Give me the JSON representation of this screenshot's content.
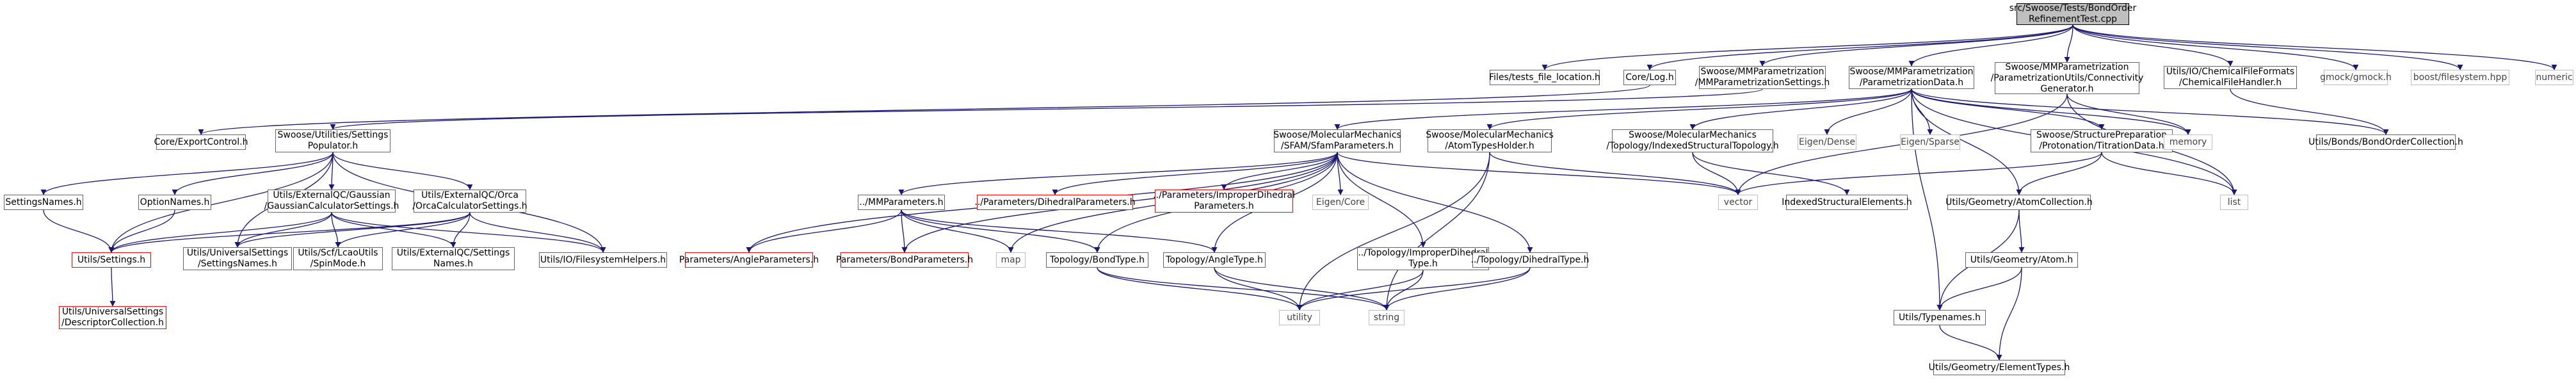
{
  "title": "include dependency graph",
  "colors": {
    "edge": "#191970",
    "border": "#666666",
    "root_fill": "#bfbfbf",
    "missing_border": "#ff0000",
    "external_border": "#bfbfbf"
  },
  "nodes": {
    "root": {
      "lines": [
        "src/Swoose/Tests/BondOrder",
        "RefinementTest.cpp"
      ],
      "kind": "root"
    },
    "files_tests_file_location": {
      "lines": [
        "Files/tests_file_location.h"
      ],
      "kind": "normal"
    },
    "core_log": {
      "lines": [
        "Core/Log.h"
      ],
      "kind": "normal"
    },
    "mm_param_settings": {
      "lines": [
        "Swoose/MMParametrization",
        "/MMParametrizationSettings.h"
      ],
      "kind": "normal"
    },
    "param_data": {
      "lines": [
        "Swoose/MMParametrization",
        "/ParametrizationData.h"
      ],
      "kind": "normal"
    },
    "connectivity_gen": {
      "lines": [
        "Swoose/MMParametrization",
        "/ParametrizationUtils/Connectivity",
        "Generator.h"
      ],
      "kind": "normal"
    },
    "chemfile_handler": {
      "lines": [
        "Utils/IO/ChemicalFileFormats",
        "/ChemicalFileHandler.h"
      ],
      "kind": "normal"
    },
    "gmock": {
      "lines": [
        "gmock/gmock.h"
      ],
      "kind": "plain"
    },
    "boost_fs": {
      "lines": [
        "boost/filesystem.hpp"
      ],
      "kind": "plain"
    },
    "numeric": {
      "lines": [
        "numeric"
      ],
      "kind": "plain"
    },
    "core_export": {
      "lines": [
        "Core/ExportControl.h"
      ],
      "kind": "normal"
    },
    "settings_populator": {
      "lines": [
        "Swoose/Utilities/Settings",
        "Populator.h"
      ],
      "kind": "normal"
    },
    "sfam_params": {
      "lines": [
        "Swoose/MolecularMechanics",
        "/SFAM/SfamParameters.h"
      ],
      "kind": "normal"
    },
    "atom_types_holder": {
      "lines": [
        "Swoose/MolecularMechanics",
        "/AtomTypesHolder.h"
      ],
      "kind": "normal"
    },
    "indexed_topology": {
      "lines": [
        "Swoose/MolecularMechanics",
        "/Topology/IndexedStructuralTopology.h"
      ],
      "kind": "normal"
    },
    "eigen_dense": {
      "lines": [
        "Eigen/Dense"
      ],
      "kind": "plain"
    },
    "eigen_sparse": {
      "lines": [
        "Eigen/Sparse"
      ],
      "kind": "plain"
    },
    "titration_data": {
      "lines": [
        "Swoose/StructurePreparation",
        "/Protonation/TitrationData.h"
      ],
      "kind": "normal"
    },
    "memory": {
      "lines": [
        "memory"
      ],
      "kind": "plain"
    },
    "bond_order_collection": {
      "lines": [
        "Utils/Bonds/BondOrderCollection.h"
      ],
      "kind": "normal"
    },
    "settings_names": {
      "lines": [
        "SettingsNames.h"
      ],
      "kind": "normal"
    },
    "option_names": {
      "lines": [
        "OptionNames.h"
      ],
      "kind": "normal"
    },
    "gaussian_settings": {
      "lines": [
        "Utils/ExternalQC/Gaussian",
        "/GaussianCalculatorSettings.h"
      ],
      "kind": "normal"
    },
    "orca_settings": {
      "lines": [
        "Utils/ExternalQC/Orca",
        "/OrcaCalculatorSettings.h"
      ],
      "kind": "normal"
    },
    "mm_parameters": {
      "lines": [
        "../MMParameters.h"
      ],
      "kind": "normal"
    },
    "dihedral_params": {
      "lines": [
        "../Parameters/DihedralParameters.h"
      ],
      "kind": "missing"
    },
    "improper_dihedral_params": {
      "lines": [
        "../Parameters/ImproperDihedral",
        "Parameters.h"
      ],
      "kind": "missing"
    },
    "eigen_core": {
      "lines": [
        "Eigen/Core"
      ],
      "kind": "plain"
    },
    "vector": {
      "lines": [
        "vector"
      ],
      "kind": "plain"
    },
    "indexed_struct_elements": {
      "lines": [
        "IndexedStructuralElements.h"
      ],
      "kind": "normal"
    },
    "atom_collection": {
      "lines": [
        "Utils/Geometry/AtomCollection.h"
      ],
      "kind": "normal"
    },
    "list": {
      "lines": [
        "list"
      ],
      "kind": "plain"
    },
    "utils_settings": {
      "lines": [
        "Utils/Settings.h"
      ],
      "kind": "missing"
    },
    "universal_settings_names": {
      "lines": [
        "Utils/UniversalSettings",
        "/SettingsNames.h"
      ],
      "kind": "normal"
    },
    "spin_mode": {
      "lines": [
        "Utils/Scf/LcaoUtils",
        "/SpinMode.h"
      ],
      "kind": "normal"
    },
    "ext_settings_names": {
      "lines": [
        "Utils/ExternalQC/Settings",
        "Names.h"
      ],
      "kind": "normal"
    },
    "fs_helpers": {
      "lines": [
        "Utils/IO/FilesystemHelpers.h"
      ],
      "kind": "normal"
    },
    "angle_params": {
      "lines": [
        "Parameters/AngleParameters.h"
      ],
      "kind": "missing"
    },
    "bond_params": {
      "lines": [
        "Parameters/BondParameters.h"
      ],
      "kind": "missing"
    },
    "map": {
      "lines": [
        "map"
      ],
      "kind": "plain"
    },
    "topo_bond_type": {
      "lines": [
        "Topology/BondType.h"
      ],
      "kind": "normal"
    },
    "topo_angle_type": {
      "lines": [
        "Topology/AngleType.h"
      ],
      "kind": "normal"
    },
    "topo_improper": {
      "lines": [
        "../Topology/ImproperDihedral",
        "Type.h"
      ],
      "kind": "normal"
    },
    "topo_dihedral": {
      "lines": [
        "../Topology/DihedralType.h"
      ],
      "kind": "normal"
    },
    "utils_atom": {
      "lines": [
        "Utils/Geometry/Atom.h"
      ],
      "kind": "normal"
    },
    "descriptor_collection": {
      "lines": [
        "Utils/UniversalSettings",
        "/DescriptorCollection.h"
      ],
      "kind": "missing"
    },
    "utility": {
      "lines": [
        "utility"
      ],
      "kind": "plain"
    },
    "string": {
      "lines": [
        "string"
      ],
      "kind": "plain"
    },
    "typenames": {
      "lines": [
        "Utils/Typenames.h"
      ],
      "kind": "normal"
    },
    "element_types": {
      "lines": [
        "Utils/Geometry/ElementTypes.h"
      ],
      "kind": "normal"
    }
  },
  "edges": [
    [
      "root",
      "files_tests_file_location"
    ],
    [
      "root",
      "core_log"
    ],
    [
      "root",
      "mm_param_settings"
    ],
    [
      "root",
      "param_data"
    ],
    [
      "root",
      "connectivity_gen"
    ],
    [
      "root",
      "chemfile_handler"
    ],
    [
      "root",
      "gmock"
    ],
    [
      "root",
      "boost_fs"
    ],
    [
      "root",
      "numeric"
    ],
    [
      "core_log",
      "core_export"
    ],
    [
      "mm_param_settings",
      "settings_populator"
    ],
    [
      "param_data",
      "sfam_params"
    ],
    [
      "param_data",
      "atom_types_holder"
    ],
    [
      "param_data",
      "indexed_topology"
    ],
    [
      "param_data",
      "eigen_dense"
    ],
    [
      "param_data",
      "eigen_sparse"
    ],
    [
      "param_data",
      "titration_data"
    ],
    [
      "param_data",
      "memory"
    ],
    [
      "param_data",
      "bond_order_collection"
    ],
    [
      "param_data",
      "atom_collection"
    ],
    [
      "param_data",
      "list"
    ],
    [
      "param_data",
      "typenames"
    ],
    [
      "connectivity_gen",
      "memory"
    ],
    [
      "connectivity_gen",
      "vector"
    ],
    [
      "connectivity_gen",
      "list"
    ],
    [
      "chemfile_handler",
      "bond_order_collection"
    ],
    [
      "settings_populator",
      "settings_names"
    ],
    [
      "settings_populator",
      "option_names"
    ],
    [
      "settings_populator",
      "gaussian_settings"
    ],
    [
      "settings_populator",
      "orca_settings"
    ],
    [
      "settings_populator",
      "utils_settings"
    ],
    [
      "settings_populator",
      "universal_settings_names"
    ],
    [
      "settings_populator",
      "fs_helpers"
    ],
    [
      "settings_names",
      "utils_settings"
    ],
    [
      "option_names",
      "utils_settings"
    ],
    [
      "gaussian_settings",
      "utils_settings"
    ],
    [
      "gaussian_settings",
      "universal_settings_names"
    ],
    [
      "gaussian_settings",
      "spin_mode"
    ],
    [
      "gaussian_settings",
      "ext_settings_names"
    ],
    [
      "gaussian_settings",
      "fs_helpers"
    ],
    [
      "orca_settings",
      "utils_settings"
    ],
    [
      "orca_settings",
      "universal_settings_names"
    ],
    [
      "orca_settings",
      "spin_mode"
    ],
    [
      "orca_settings",
      "ext_settings_names"
    ],
    [
      "orca_settings",
      "fs_helpers"
    ],
    [
      "utils_settings",
      "descriptor_collection"
    ],
    [
      "sfam_params",
      "mm_parameters"
    ],
    [
      "sfam_params",
      "dihedral_params"
    ],
    [
      "sfam_params",
      "improper_dihedral_params"
    ],
    [
      "sfam_params",
      "eigen_core"
    ],
    [
      "sfam_params",
      "vector"
    ],
    [
      "sfam_params",
      "angle_params"
    ],
    [
      "sfam_params",
      "bond_params"
    ],
    [
      "sfam_params",
      "map"
    ],
    [
      "sfam_params",
      "topo_bond_type"
    ],
    [
      "sfam_params",
      "topo_angle_type"
    ],
    [
      "sfam_params",
      "topo_improper"
    ],
    [
      "sfam_params",
      "topo_dihedral"
    ],
    [
      "mm_parameters",
      "angle_params"
    ],
    [
      "mm_parameters",
      "bond_params"
    ],
    [
      "mm_parameters",
      "map"
    ],
    [
      "mm_parameters",
      "topo_bond_type"
    ],
    [
      "mm_parameters",
      "topo_angle_type"
    ],
    [
      "atom_types_holder",
      "vector"
    ],
    [
      "atom_types_holder",
      "string"
    ],
    [
      "atom_types_holder",
      "utility"
    ],
    [
      "indexed_topology",
      "vector"
    ],
    [
      "indexed_topology",
      "indexed_struct_elements"
    ],
    [
      "titration_data",
      "vector"
    ],
    [
      "titration_data",
      "list"
    ],
    [
      "titration_data",
      "atom_collection"
    ],
    [
      "atom_collection",
      "typenames"
    ],
    [
      "atom_collection",
      "utils_atom"
    ],
    [
      "utils_atom",
      "typenames"
    ],
    [
      "utils_atom",
      "element_types"
    ],
    [
      "typenames",
      "element_types"
    ],
    [
      "topo_bond_type",
      "utility"
    ],
    [
      "topo_bond_type",
      "string"
    ],
    [
      "topo_angle_type",
      "utility"
    ],
    [
      "topo_angle_type",
      "string"
    ],
    [
      "topo_improper",
      "utility"
    ],
    [
      "topo_improper",
      "string"
    ],
    [
      "topo_dihedral",
      "utility"
    ],
    [
      "topo_dihedral",
      "string"
    ]
  ]
}
